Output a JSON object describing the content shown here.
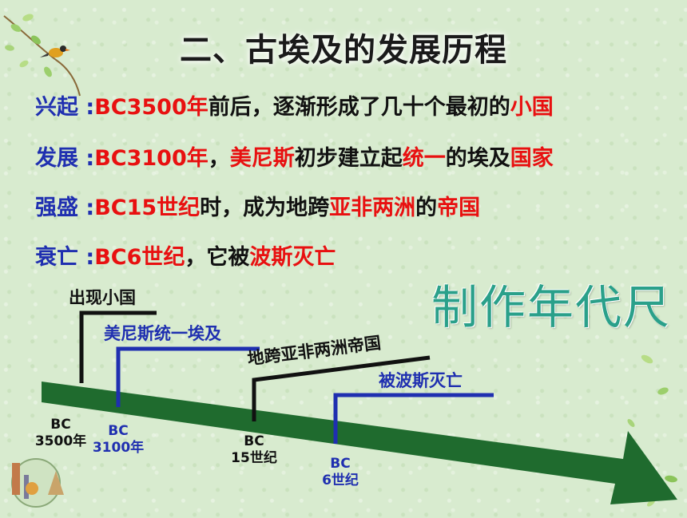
{
  "title": "二、古埃及的发展历程",
  "rows": [
    {
      "label": "兴起 :",
      "parts": [
        {
          "t": "BC3500年",
          "c": "red"
        },
        {
          "t": "前后，逐渐形成了几十个最初的",
          "c": "blk"
        },
        {
          "t": "小国",
          "c": "red"
        }
      ]
    },
    {
      "label": "发展 :",
      "parts": [
        {
          "t": "BC3100年",
          "c": "red"
        },
        {
          "t": "，",
          "c": "blk"
        },
        {
          "t": "美尼斯",
          "c": "red"
        },
        {
          "t": "初步建立起",
          "c": "blk"
        },
        {
          "t": "统一",
          "c": "red"
        },
        {
          "t": "的埃及",
          "c": "blk"
        },
        {
          "t": "国家",
          "c": "red"
        }
      ]
    },
    {
      "label": "强盛 :",
      "parts": [
        {
          "t": "BC15世纪",
          "c": "red"
        },
        {
          "t": "时，成为地跨",
          "c": "blk"
        },
        {
          "t": "亚非两洲",
          "c": "red"
        },
        {
          "t": "的",
          "c": "blk"
        },
        {
          "t": "帝国",
          "c": "red"
        }
      ]
    },
    {
      "label": "衰亡 :",
      "parts": [
        {
          "t": "BC6世纪",
          "c": "red"
        },
        {
          "t": "，它被",
          "c": "blk"
        },
        {
          "t": "波斯灭亡",
          "c": "red"
        }
      ]
    }
  ],
  "ruler_label": "制作年代尺",
  "timeline": {
    "events": [
      "出现小国",
      "美尼斯统一埃及",
      "地跨亚非两洲帝国",
      "被波斯灭亡"
    ],
    "ticks": [
      {
        "l1": "BC",
        "l2": "3500年"
      },
      {
        "l1": "BC",
        "l2": "3100年"
      },
      {
        "l1": "BC",
        "l2": "15世纪"
      },
      {
        "l1": "BC",
        "l2": "6世纪"
      }
    ]
  },
  "colors": {
    "arrow": "#1f6b2e",
    "blue": "#1f2fb0",
    "black": "#111111",
    "red": "#e81010"
  }
}
